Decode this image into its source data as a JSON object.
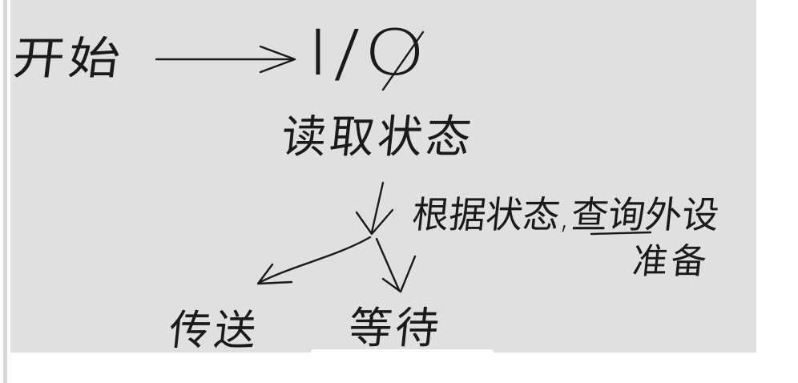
{
  "diagram": {
    "nodes": {
      "start": "开始",
      "io": "I/O",
      "read_status": "读取状态",
      "note_line1": "根据状态,查询外设",
      "note_line2": "准备",
      "transfer": "传送",
      "wait": "等待"
    },
    "edges": [
      {
        "from": "开始",
        "to": "I/O"
      },
      {
        "from": "读取状态",
        "to": "传送"
      },
      {
        "from": "读取状态",
        "to": "等待"
      }
    ],
    "colors": {
      "background": "#e0e0e0",
      "ink": "#1a1a1a"
    }
  }
}
